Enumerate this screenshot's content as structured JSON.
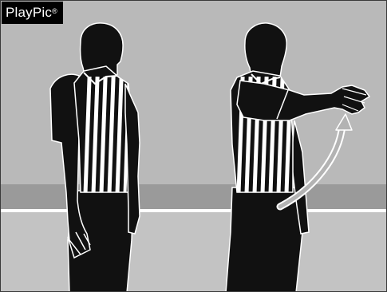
{
  "brand": {
    "name": "PlayPic",
    "mark": "®"
  },
  "colors": {
    "background": "#b9b9b9",
    "band": "#9a9a9a",
    "ground": "#c3c3c3",
    "line": "#ffffff",
    "silhouette": "#111111",
    "stripe": "#ffffff",
    "arrow": "#b3b3b3"
  },
  "figures": [
    {
      "role": "referee-standing-hands-at-sides"
    },
    {
      "role": "referee-arm-extended-signal",
      "motion": "upward-arc-arrow"
    }
  ]
}
